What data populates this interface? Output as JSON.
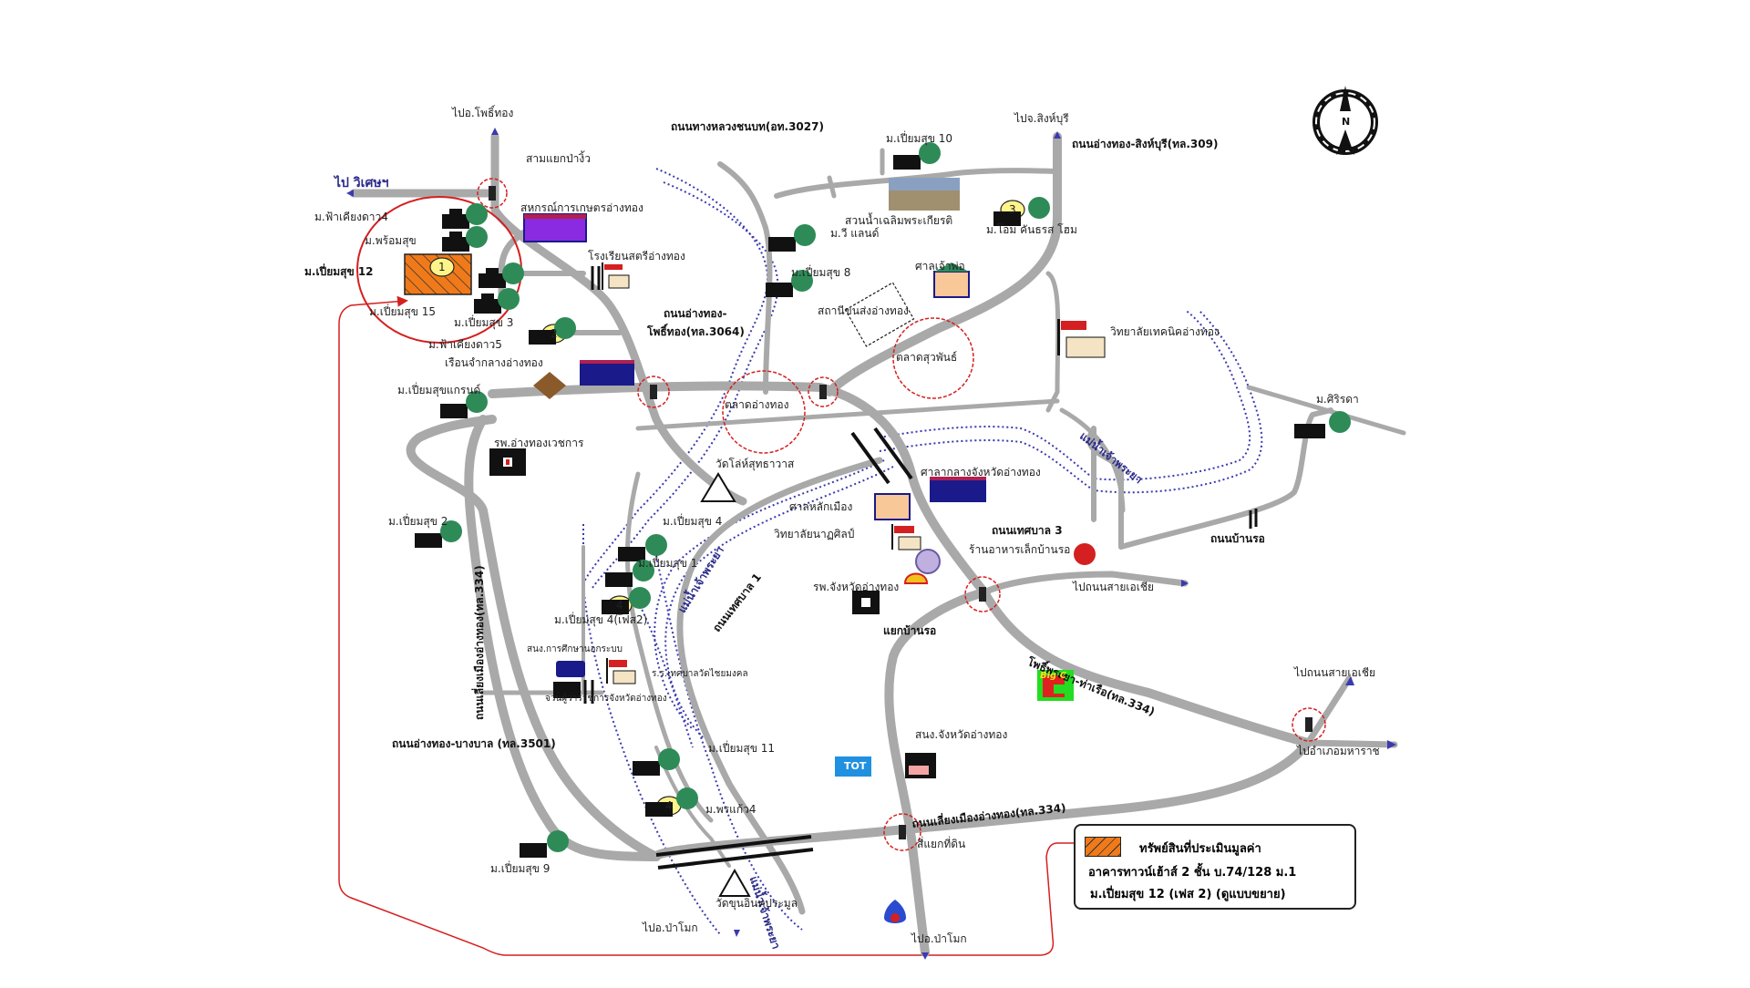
{
  "map": {
    "title": "Location map - Ang Thong",
    "compass": {
      "label": "N"
    },
    "subject_marker": "1",
    "markers": [
      "1",
      "2",
      "3",
      "4",
      "4"
    ],
    "roads": {
      "to_pho_thong": "ไปอ.โพธิ์ทอง",
      "to_wiset": "ไป วิเศษฯ",
      "sam_yaek": "สามแยกป่างิ้ว",
      "rural_road": "ถนนทางหลวงชนบท(อท.3027)",
      "to_sing_buri": "ไปจ.สิงห์บุรี",
      "angthong_singburi": "ถนนอ่างทอง-สิงห์บุรี(ทล.309)",
      "angthong_phothong_1": "ถนนอ่างทอง-",
      "angthong_phothong_2": "โพธิ์ทอง(ทล.3064)",
      "bypass_vertical": "ถนนเลี่ยงเมืองอ่างทอง(ทล.334)",
      "angthong_bangban": "ถนนอ่างทอง-บางบาล (ทล.3501)",
      "thetsaban_1": "ถนนเทศบาล 1",
      "thetsaban_3": "ถนนเทศบาล 3",
      "ban_ro_road": "ถนนบ้านรอ",
      "to_asia_1": "ไปถนนสายเอเชีย",
      "to_asia_2": "ไปถนนสายเอเชีย",
      "yaek_ban_ro": "แยกบ้านรอ",
      "phothiphraya": "โพธิ์พระยา-ท่าเรือ(ทล.334)",
      "to_maharat": "ไปอำเภอมหาราช",
      "bypass_bottom": "ถนนเลี่ยงเมืองอ่างทอง(ทล.334)",
      "si_yaek": "สี่แยกที่ดิน",
      "to_pa_mok_1": "ไปอ.ป่าโมก",
      "to_pa_mok_2": "ไปอ.ป่าโมก"
    },
    "rivers": {
      "chao_phraya_1": "แม่น้ำเจ้าพระยา",
      "chao_phraya_2": "แม่น้ำเจ้าพระยา",
      "chao_phraya_3": "แม่น้ำเจ้าพระยา"
    },
    "villages": {
      "fa_kiang_dao4": "ม.ฟ้าเคียงดาว4",
      "phrom_suk": "ม.พร้อมสุข",
      "piam_suk_12": "ม.เปี่ยมสุข  12",
      "piam_suk_15": "ม.เปี่ยมสุข 15",
      "piam_suk_3": "ม.เปี่ยมสุข 3",
      "fa_kiang_dao5": "ม.ฟ้าเคียงดาว5",
      "piam_suk_grand": "ม.เปี่ยมสุขแกรนด์",
      "piam_suk_10": "ม.เปี่ยมสุข 10",
      "v_land": "ม.วี แลนด์",
      "piam_suk_8": "ม.เปี่ยมสุข 8",
      "om_kanrot": "ม.โอม คันธรส โฮม",
      "siri_rada": "ม.ศิริรดา",
      "piam_suk_2": "ม.เปี่ยมสุข 2",
      "piam_suk_4": "ม.เปี่ยมสุข 4",
      "piam_suk_1": "ม.เปี่ยมสุข 1",
      "piam_suk_4_phase2": "ม.เปี่ยมสุข 4(เฟส2)",
      "piam_suk_11": "ม.เปี่ยมสุข 11",
      "porn_kaew4": "ม.พรแก้ว4",
      "piam_suk_9": "ม.เปี่ยมสุข 9"
    },
    "places": {
      "coop": "สหกรณ์การเกษตรอ่างทอง",
      "satri_school": "โรงเรียนสตรีอ่างทอง",
      "park": "สวนน้ำเฉลิมพระเกียรติ",
      "shrine": "ศาลเจ้าพ่อ",
      "bus_station": "สถานีขนส่งอ่างทอง",
      "suphan_market": "ตลาดสุวพันธ์",
      "tech_college": "วิทยาลัยเทคนิคอ่างทอง",
      "prison": "เรือนจำกลางอ่างทอง",
      "angthong_market": "ตลาดอ่างทอง",
      "vet_hospital": "รพ.อ่างทองเวชการ",
      "wat_lo": "วัดโล่ห์สุทธาวาส",
      "city_hall": "ศาลากลางจังหวัดอ่างทอง",
      "city_pillar": "ศาลหลักเมือง",
      "drama_college": "วิทยาลัยนาฏศิลป์",
      "restaurant": "ร้านอาหารเล็กบ้านรอ",
      "prov_hospital": "รพ.จังหวัดอ่างทอง",
      "nfe_office": "สนง.การศึกษานอกระบบ",
      "governor_house": "จวนผู้ว่าราชการจังหวัดอ่างทอง",
      "wat_chai_school": "ร.ร.เทศบาลวัดไชยมงคล",
      "wat_khun": "วัดขุนอินทประมูล",
      "prov_office": "สนง.จังหวัดอ่างทอง",
      "tot": "TOT",
      "bigc": "Big C"
    },
    "legend": {
      "title": "ทรัพย์สินที่ประเมินมูลค่า",
      "line2": "อาคารทาวน์เฮ้าส์ 2 ชั้น บ.74/128 ม.1",
      "line3": "ม.เปี่ยมสุข 12 (เฟส 2) (ดูแบบขยาย)"
    },
    "colors": {
      "road": "#a9a9a9",
      "river": "#3a3ab0",
      "highlight": "#d42020",
      "subject": "#f07a1a",
      "marker": "#fff48a",
      "tree": "#2e8b57",
      "building": "#111111"
    }
  }
}
